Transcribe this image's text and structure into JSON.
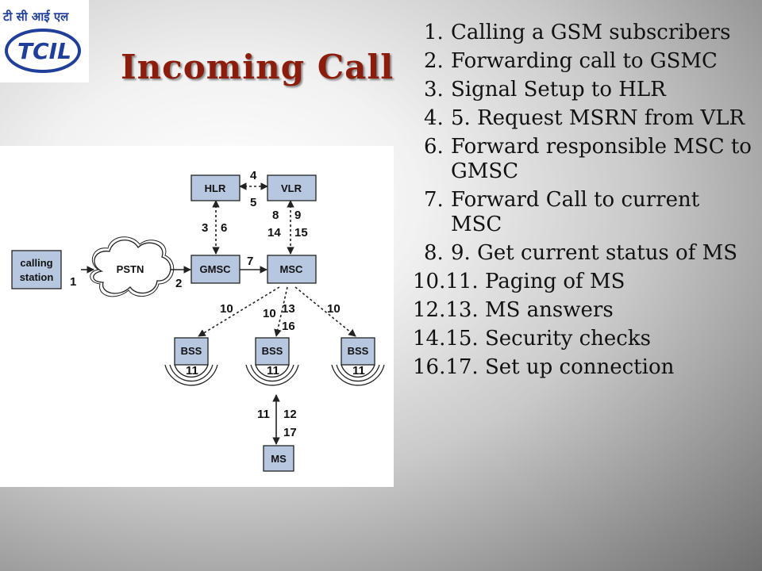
{
  "slide": {
    "title": "Incoming Call",
    "logo": {
      "text": "TCIL",
      "script_text": "टी सी आई एल"
    }
  },
  "steps": [
    {
      "num": "1.",
      "text": "Calling a GSM subscribers"
    },
    {
      "num": "2.",
      "text": "Forwarding call to GSMC"
    },
    {
      "num": "3.",
      "text": "Signal Setup to HLR"
    },
    {
      "num": "4.",
      "text": "5. Request MSRN from VLR"
    },
    {
      "num": "6.",
      "text": "Forward responsible MSC to GMSC"
    },
    {
      "num": "7.",
      "text": "Forward Call to current MSC"
    },
    {
      "num": "8.",
      "text": "9. Get current status of MS"
    },
    {
      "num": "",
      "text": "10.11. Paging of MS"
    },
    {
      "num": "",
      "text": "12.13. MS answers"
    },
    {
      "num": "",
      "text": "14.15. Security checks"
    },
    {
      "num": "",
      "text": "16.17. Set up connection"
    }
  ],
  "diagram": {
    "nodes": {
      "hlr": "HLR",
      "vlr": "VLR",
      "gmsc": "GMSC",
      "msc": "MSC",
      "calling_line1": "calling",
      "calling_line2": "station",
      "pstn": "PSTN",
      "bss": "BSS",
      "ms": "MS"
    },
    "labels": {
      "l1": "1",
      "l2": "2",
      "l3": "3",
      "l4": "4",
      "l5": "5",
      "l6": "6",
      "l7": "7",
      "l8": "8",
      "l9": "9",
      "l10": "10",
      "l11": "11",
      "l12": "12",
      "l13": "13",
      "l14": "14",
      "l15": "15",
      "l16": "16",
      "l17": "17"
    }
  }
}
